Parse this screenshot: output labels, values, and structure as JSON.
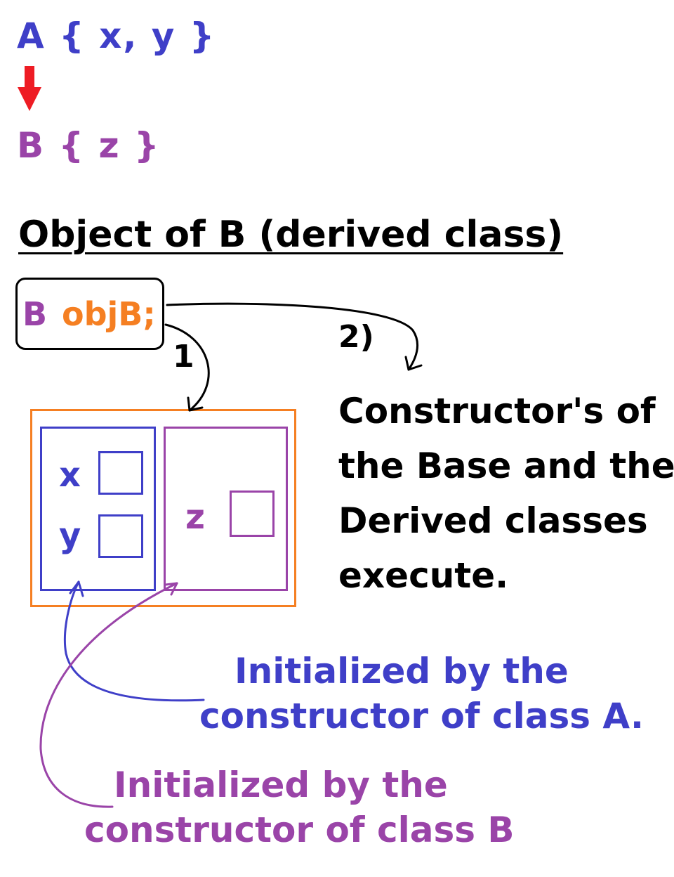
{
  "class_a": {
    "text": "A { x, y }"
  },
  "class_b": {
    "text": "B { z }"
  },
  "section_title": "Object of B (derived class)",
  "declaration": {
    "type": "B",
    "name": "objB;"
  },
  "steps": {
    "one": "1",
    "two": "2)"
  },
  "constructor_note": [
    "Constructor's of",
    "the Base and the",
    "Derived classes",
    "execute."
  ],
  "members": {
    "x": "x",
    "y": "y",
    "z": "z"
  },
  "note_a": [
    "Initialized by the",
    "constructor of class A."
  ],
  "note_b": [
    "Initialized by the",
    "constructor of class B"
  ],
  "colors": {
    "class_a": "#3f3fc8",
    "class_b": "#9a44a8",
    "object": "#f57f22",
    "inheritance_arrow": "#ee1c24",
    "text": "#000000"
  },
  "icons": {
    "inheritance": "down-arrow-icon"
  }
}
